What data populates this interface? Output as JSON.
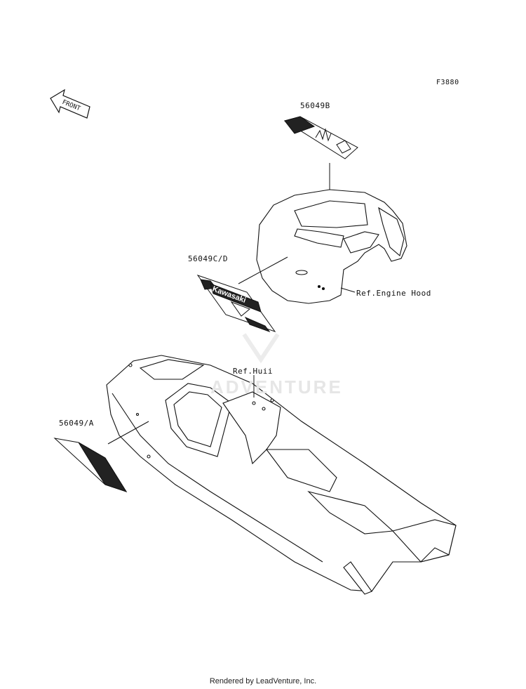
{
  "figure_code": "F3880",
  "labels": {
    "part_b": "56049B",
    "part_cd": "56049C/D",
    "part_a": "56049/A",
    "ref_engine_hood": "Ref.Engine Hood",
    "ref_hull": "Ref.Huii"
  },
  "front_arrow": "FRONT",
  "watermark": "ADVENTURE",
  "footer": "Rendered by LeadVenture, Inc.",
  "icons": [
    "front-arrow-icon",
    "watermark-logo-icon"
  ]
}
